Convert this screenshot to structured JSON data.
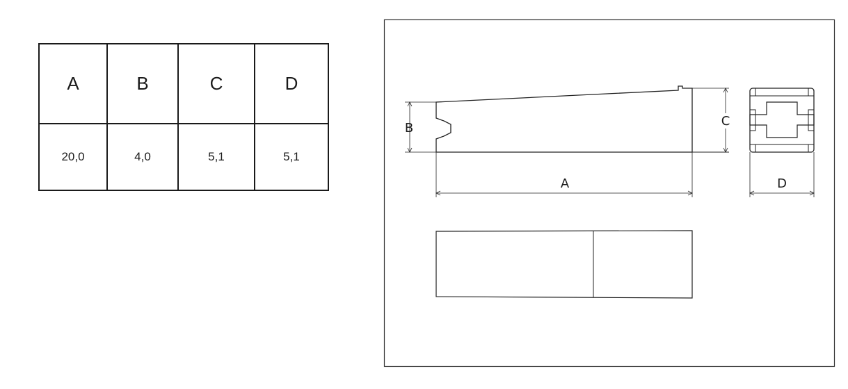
{
  "table": {
    "headers": [
      "A",
      "B",
      "C",
      "D"
    ],
    "values": [
      "20,0",
      "4,0",
      "5,1",
      "5,1"
    ]
  },
  "drawing": {
    "labels": {
      "a": "A",
      "b": "B",
      "c": "C",
      "d": "D"
    }
  }
}
